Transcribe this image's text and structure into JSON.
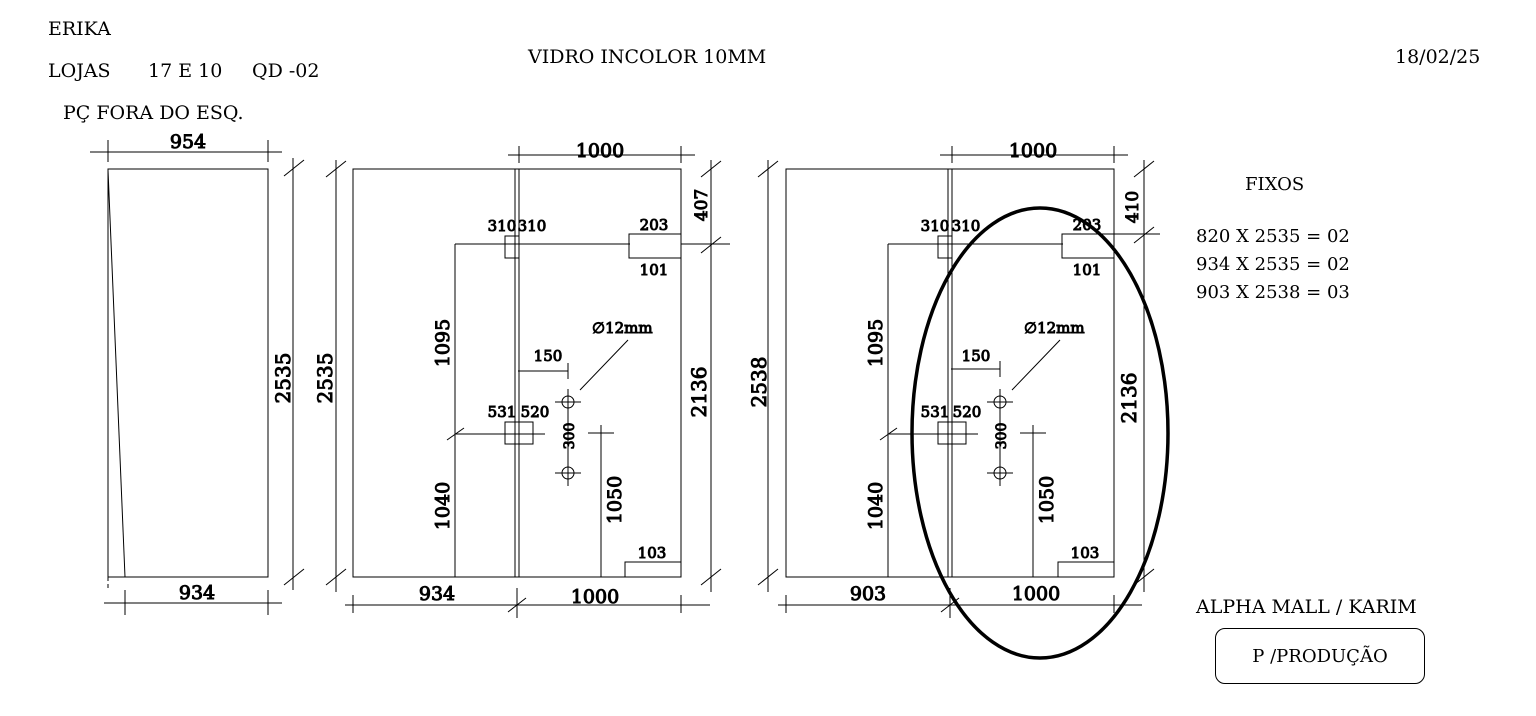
{
  "header": {
    "client": "ERIKA",
    "lojas_label": "LOJAS",
    "lojas_value": "17 E 10",
    "qd": "QD -02",
    "glass": "VIDRO INCOLOR 10MM",
    "date": "18/02/25",
    "note": "PÇ FORA DO ESQ."
  },
  "fixos": {
    "title": "FIXOS",
    "items": [
      "820 X 2535 = 02",
      "934 X 2535 = 02",
      "903 X 2538 = 03"
    ]
  },
  "footer": {
    "project": "ALPHA MALL / KARIM",
    "stamp": "P /PRODUÇÃO"
  },
  "drawing": {
    "piece_out_of_square": {
      "top_width": "954",
      "bottom_width": "934",
      "height": "2535"
    },
    "panel_1": {
      "overall_height": "2535",
      "top_width": "1000",
      "bottom_left_width": "934",
      "bottom_right_width": "1000",
      "top_right_offset": "407",
      "right_height": "2136",
      "hinge_top_left": "310",
      "hinge_top_right": "310",
      "lock_width": "203",
      "lock_height": "101",
      "upper_height": "1095",
      "lower_height": "1040",
      "hole_diameter": "∅12mm",
      "hole_offset": "150",
      "hinge_mid_left": "531",
      "hinge_mid_right": "520",
      "hole_spacing": "300",
      "handle_height": "1050",
      "bottom_cut": "103"
    },
    "panel_2": {
      "overall_height": "2538",
      "top_width": "1000",
      "bottom_left_width": "903",
      "bottom_right_width": "1000",
      "top_right_offset": "410",
      "right_height": "2136",
      "hinge_top_left": "310",
      "hinge_top_right": "310",
      "lock_width": "203",
      "lock_height": "101",
      "upper_height": "1095",
      "lower_height": "1040",
      "hole_diameter": "∅12mm",
      "hole_offset": "150",
      "hinge_mid_left": "531",
      "hinge_mid_right": "520",
      "hole_spacing": "300",
      "handle_height": "1050",
      "bottom_cut": "103"
    }
  }
}
